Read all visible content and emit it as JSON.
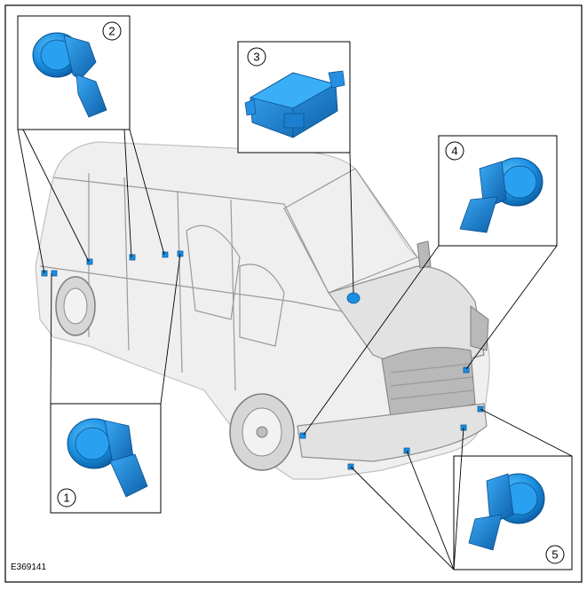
{
  "figure_id": "E369141",
  "callouts": [
    {
      "number": "1"
    },
    {
      "number": "2"
    },
    {
      "number": "3"
    },
    {
      "number": "4"
    },
    {
      "number": "5"
    }
  ],
  "colors": {
    "part_blue": "#1a8fe0",
    "part_blue_dark": "#0f5fa8",
    "van_gray": "#dcdcdc"
  }
}
